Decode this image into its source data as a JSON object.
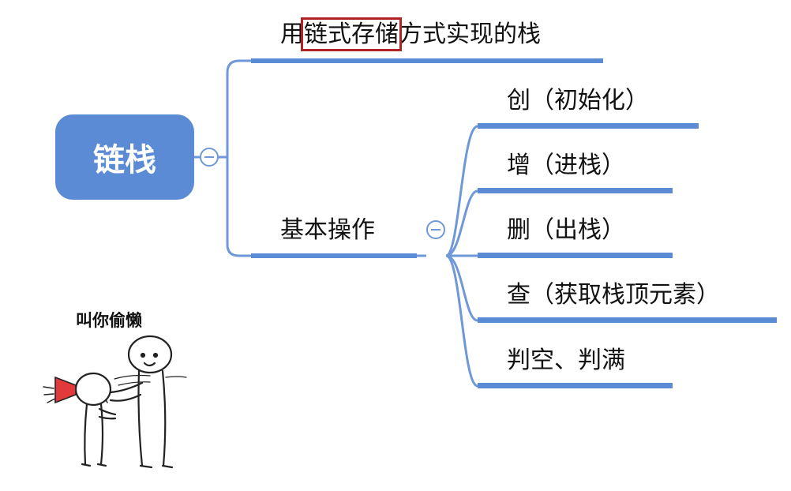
{
  "mindmap": {
    "root": {
      "label": "链栈"
    },
    "branch_top": {
      "prefix": "用",
      "highlight": "链式存储",
      "suffix": "方式实现的栈"
    },
    "branch_ops": {
      "label": "基本操作",
      "children": [
        {
          "label": "创（初始化）"
        },
        {
          "label": "增（进栈）"
        },
        {
          "label": "删（出栈）"
        },
        {
          "label": "查（获取栈顶元素）"
        },
        {
          "label": "判空、判满"
        }
      ]
    }
  },
  "meme": {
    "caption": "叫你偷懒"
  },
  "colors": {
    "line": "#5b8bd4",
    "root_fill": "#5b8bd4",
    "highlight_box": "#b22222"
  }
}
